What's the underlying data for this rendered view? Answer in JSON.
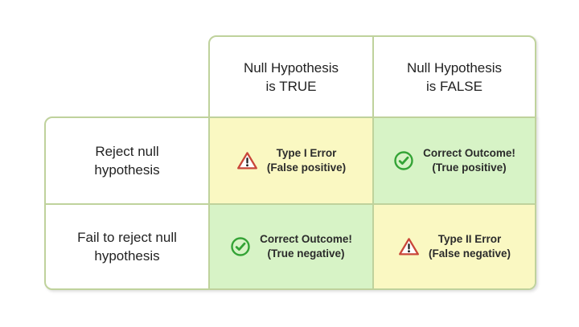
{
  "table": {
    "description": "Hypothesis testing outcomes matrix",
    "col_headers": [
      {
        "line1": "Null Hypothesis",
        "line2": "is TRUE"
      },
      {
        "line1": "Null Hypothesis",
        "line2": "is FALSE"
      }
    ],
    "row_headers": [
      {
        "line1": "Reject null",
        "line2": "hypothesis"
      },
      {
        "line1": "Fail to reject null",
        "line2": "hypothesis"
      }
    ],
    "cells": [
      {
        "row": 0,
        "col": 0,
        "icon": "warning-icon",
        "line1": "Type I Error",
        "line2": "(False positive)",
        "bg": "yellow"
      },
      {
        "row": 0,
        "col": 1,
        "icon": "check-icon",
        "line1": "Correct Outcome!",
        "line2": "(True positive)",
        "bg": "green"
      },
      {
        "row": 1,
        "col": 0,
        "icon": "check-icon",
        "line1": "Correct Outcome!",
        "line2": "(True negative)",
        "bg": "green"
      },
      {
        "row": 1,
        "col": 1,
        "icon": "warning-icon",
        "line1": "Type II Error",
        "line2": "(False negative)",
        "bg": "yellow"
      }
    ]
  },
  "colors": {
    "yellow_bg": "#faf8c2",
    "green_bg": "#d7f3c6",
    "border": "#bfd29c",
    "warning_red": "#c9473a",
    "check_green": "#34a336",
    "header_text": "#222222",
    "cell_text": "#2b2b2b"
  }
}
